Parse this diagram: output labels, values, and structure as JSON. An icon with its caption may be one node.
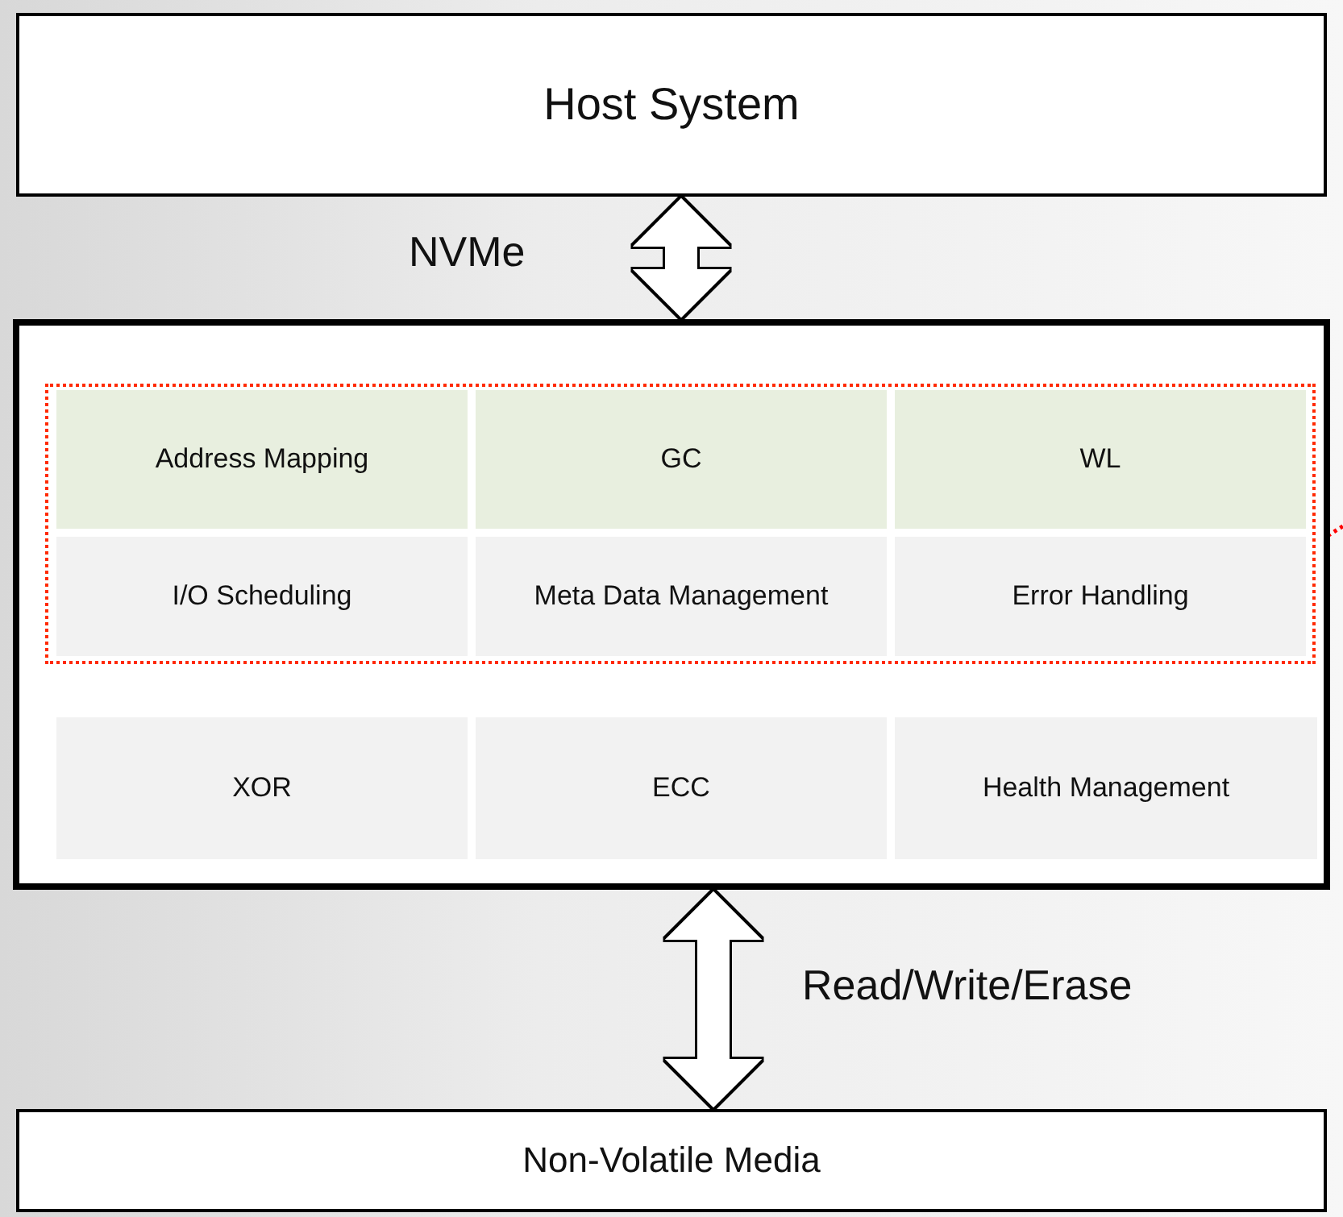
{
  "diagram": {
    "nodes": [
      {
        "text": [
          "Host System"
        ]
      },
      {
        "text": [],
        "shape": "box"
      },
      {
        "text": [],
        "shape": "box",
        "in": 1
      },
      {
        "text": [
          "Address Mapping"
        ],
        "in": 2
      },
      {
        "text": [
          "GC"
        ],
        "in": 2
      },
      {
        "text": [
          "WL"
        ],
        "in": 2
      },
      {
        "text": [
          "I/O Scheduling"
        ],
        "in": 2
      },
      {
        "text": [
          "Meta Data Management"
        ],
        "in": 2
      },
      {
        "text": [
          "Error Handling"
        ],
        "in": 2
      },
      {
        "text": [
          "XOR"
        ],
        "in": 1
      },
      {
        "text": [
          "ECC"
        ],
        "in": 1
      },
      {
        "text": [
          "Health Management"
        ],
        "in": 1
      },
      {
        "text": [
          "Non-Volatile Media"
        ]
      }
    ],
    "edges": [
      {
        "from": 0,
        "to": 1,
        "arrow": "both",
        "label": "NVMe"
      },
      {
        "from": 1,
        "to": 12,
        "arrow": "both",
        "label": "Read/Write/Erase"
      },
      {
        "from": 2,
        "to": null,
        "arrow": "none",
        "style": "dashed",
        "color": "#ff0000"
      }
    ]
  }
}
